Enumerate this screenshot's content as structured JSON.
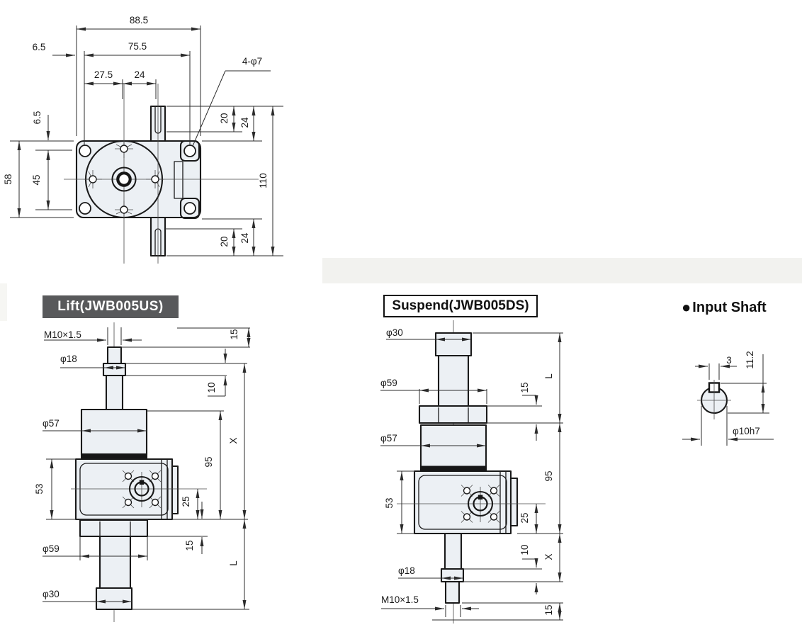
{
  "titles": {
    "lift": "Lift(JWB005US)",
    "suspend": "Suspend(JWB005DS)",
    "input_bullet": "●",
    "input": "Input Shaft"
  },
  "top_view": {
    "dims": {
      "w_overall": "88.5",
      "w_offset": "6.5",
      "w_holes": "75.5",
      "w_hole_to_center": "27.5",
      "w_center_to_shaft": "24",
      "holes_note": "4-φ7",
      "v_offset": "6.5",
      "v_holes": "45",
      "v_overall": "58",
      "shaft_top_a": "20",
      "shaft_top_b": "24",
      "shaft_len": "110",
      "shaft_bot_a": "20",
      "shaft_bot_b": "24"
    }
  },
  "lift_view": {
    "dims": {
      "thread": "M10×1.5",
      "collar_dia": "φ18",
      "housing_dia": "φ57",
      "body_h": "53",
      "flange_dia": "φ59",
      "tube_dia": "φ30",
      "tip_len": "15",
      "collar_len": "10",
      "travel": "X",
      "base_len": "95",
      "worm_offset": "25",
      "flange_t": "15",
      "closed_len": "L"
    }
  },
  "suspend_view": {
    "dims": {
      "tube_dia": "φ30",
      "flange_dia": "φ59",
      "housing_dia": "φ57",
      "body_h": "53",
      "collar_dia": "φ18",
      "thread": "M10×1.5",
      "closed_len": "L",
      "flange_t": "15",
      "base_len": "95",
      "worm_offset": "25",
      "collar_len": "10",
      "travel": "X",
      "tip_len": "15"
    }
  },
  "input_view": {
    "dims": {
      "key_w": "3",
      "key_h": "11.2",
      "shaft_dia": "φ10h7"
    }
  },
  "colors": {
    "part_fill": "#ecf0f4",
    "line": "#1a1a1a",
    "title_bg": "#58595b",
    "band": "#f2f2ef"
  }
}
